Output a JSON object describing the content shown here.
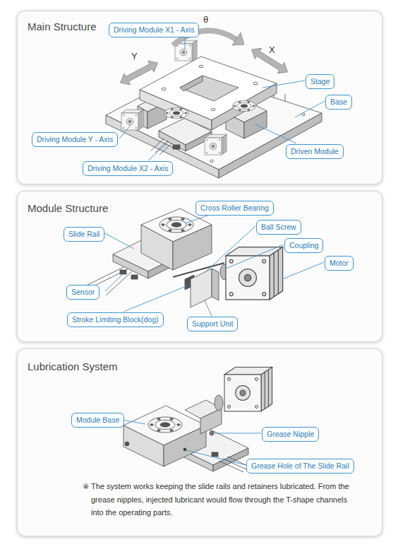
{
  "diagram": {
    "nodes": [
      {
        "text": [
          "Main Structure"
        ]
      },
      {
        "text": [
          "Driving Module X1 - Axis"
        ],
        "in": 0
      },
      {
        "text": [
          "Stage"
        ],
        "in": 0
      },
      {
        "text": [
          "Base"
        ],
        "in": 0
      },
      {
        "text": [
          "Driving Module Y - Axis"
        ],
        "in": 0
      },
      {
        "text": [
          "Driven Module"
        ],
        "in": 0
      },
      {
        "text": [
          "Driving Module X2 - Axis"
        ],
        "in": 0
      },
      {
        "text": [
          "Module Structure"
        ]
      },
      {
        "text": [
          "Cross Roller Bearing"
        ],
        "in": 7
      },
      {
        "text": [
          "Slide Rail"
        ],
        "in": 7
      },
      {
        "text": [
          "Ball Screw"
        ],
        "in": 7
      },
      {
        "text": [
          "Coupling"
        ],
        "in": 7
      },
      {
        "text": [
          "Motor"
        ],
        "in": 7
      },
      {
        "text": [
          "Sensor"
        ],
        "in": 7
      },
      {
        "text": [
          "Stroke Limiting Block(dog)"
        ],
        "in": 7
      },
      {
        "text": [
          "Support Unit"
        ],
        "in": 7
      },
      {
        "text": [
          "Lubrication System",
          "※ The system works keeping the slide rails and retainers lubricated. From the grease nipples, injected lubricant would flow through the T-shape channels into the operating parts."
        ]
      },
      {
        "text": [
          "Module Base"
        ],
        "in": 16
      },
      {
        "text": [
          "Grease Nipple"
        ],
        "in": 16
      },
      {
        "text": [
          "Grease Hole of The Slide Rail"
        ],
        "in": 16
      }
    ],
    "labels": [
      "θ",
      "Y",
      "X"
    ]
  }
}
